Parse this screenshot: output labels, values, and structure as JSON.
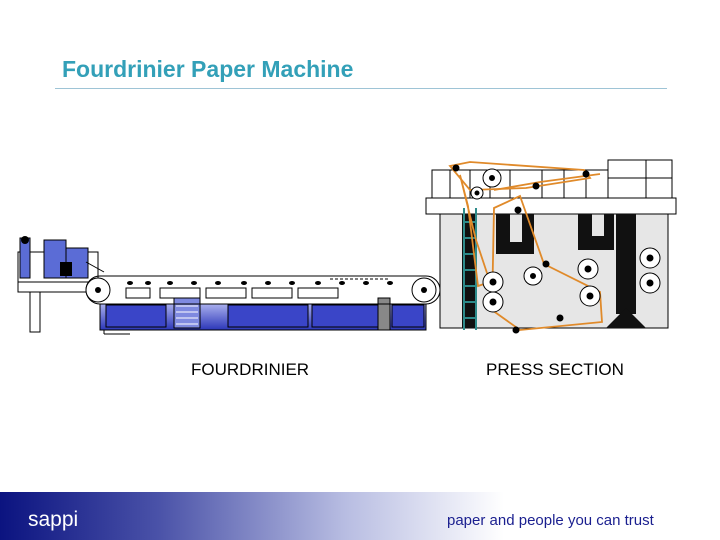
{
  "slide": {
    "title": "Fourdrinier Paper Machine"
  },
  "diagram": {
    "labels": {
      "fourdrinier": "FOURDRINIER",
      "press_section": "PRESS SECTION"
    }
  },
  "footer": {
    "brand": "sappi",
    "tagline": "paper and people you can trust"
  },
  "colors": {
    "title": "#33a0b8",
    "felt": "#e08a2a",
    "wire_tray": "#3a45c8",
    "ladder": "#2e8b8b",
    "footer_dark": "#0b1380"
  }
}
